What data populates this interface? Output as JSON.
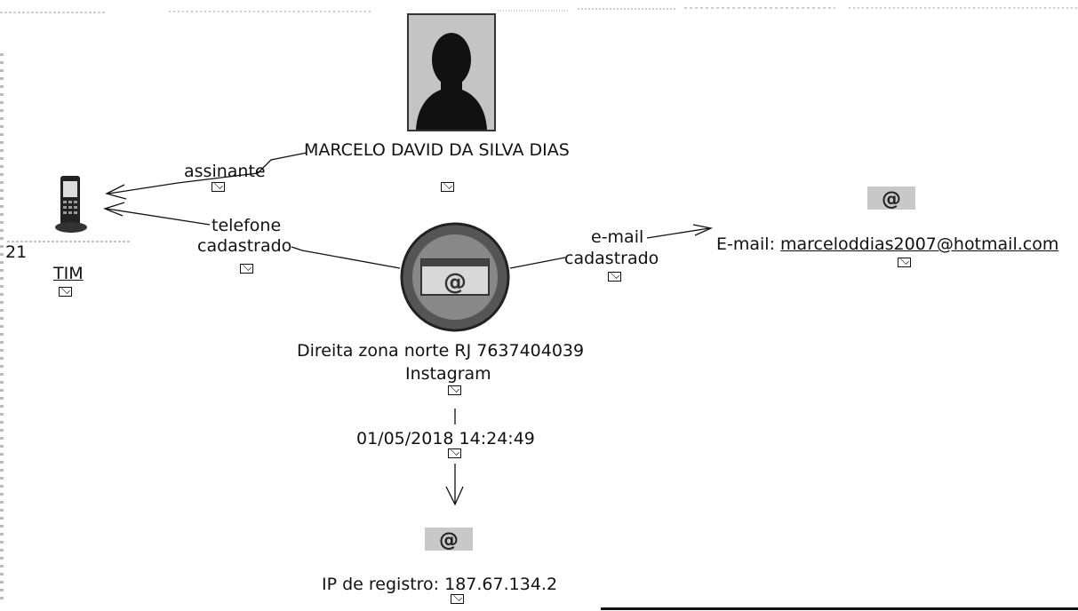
{
  "person": {
    "name": "MARCELO DAVID DA SILVA DIAS"
  },
  "phone_node": {
    "prefix": "21",
    "carrier": "TIM"
  },
  "hub_node": {
    "label_line1": "Direita zona norte RJ 7637404039",
    "label_line2": "Instagram"
  },
  "email_node": {
    "prefix": "E-mail: ",
    "address": "marceloddias2007@hotmail.com"
  },
  "ip_node": {
    "label": "IP de registro: 187.67.134.2"
  },
  "edges": {
    "assinante": "assinante",
    "telefone_line1": "telefone",
    "telefone_line2": "cadastrado",
    "email_line1": "e-mail",
    "email_line2": "cadastrado",
    "timestamp": "01/05/2018 14:24:49"
  },
  "icons": {
    "message": "envelope-icon",
    "email": "at-sign-icon",
    "phone": "mobile-phone-icon",
    "avatar": "person-photo"
  }
}
